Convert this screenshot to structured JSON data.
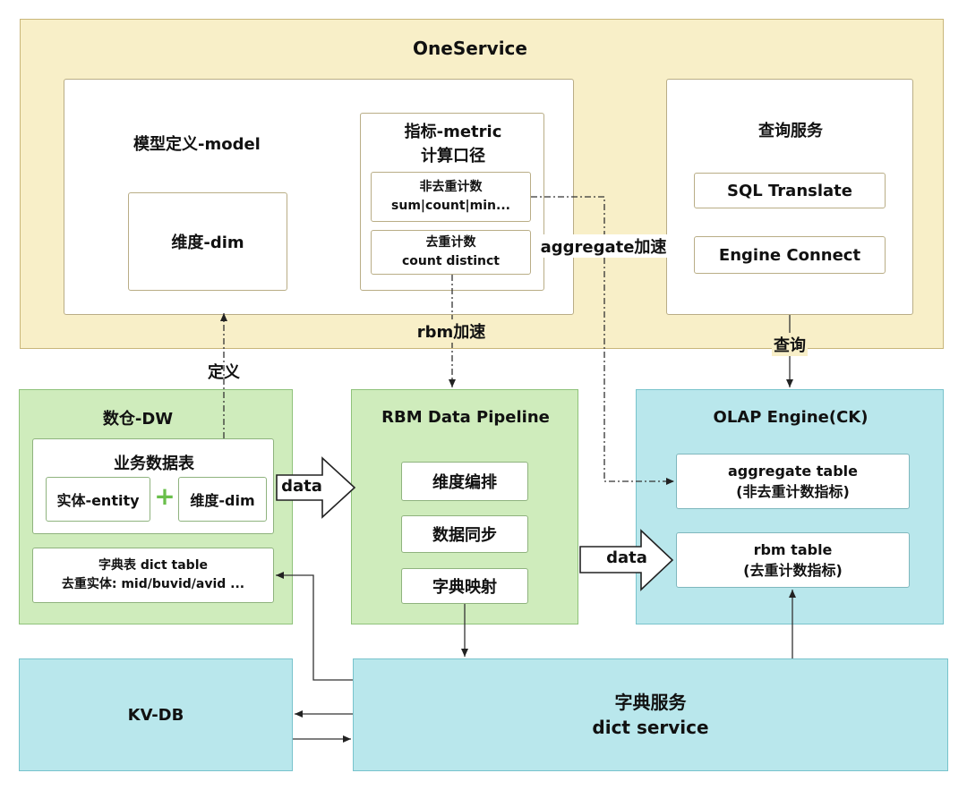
{
  "oneservice": {
    "title": "OneService",
    "model": {
      "title": "模型定义-model",
      "dim": "维度-dim",
      "metric": {
        "title_line1": "指标-metric",
        "title_line2": "计算口径",
        "non_distinct_line1": "非去重计数",
        "non_distinct_line2": "sum|count|min...",
        "distinct_line1": "去重计数",
        "distinct_line2": "count distinct"
      }
    },
    "query": {
      "title": "查询服务",
      "sql_translate": "SQL Translate",
      "engine_connect": "Engine Connect"
    }
  },
  "dw": {
    "title": "数仓-DW",
    "business": {
      "title": "业务数据表",
      "entity": "实体-entity",
      "plus": "+",
      "dim": "维度-dim"
    },
    "dict": {
      "line1": "字典表 dict table",
      "line2": "去重实体: mid/buvid/avid ..."
    }
  },
  "pipeline": {
    "title": "RBM Data Pipeline",
    "steps": [
      "维度编排",
      "数据同步",
      "字典映射"
    ]
  },
  "olap": {
    "title": "OLAP Engine(CK)",
    "aggregate_line1": "aggregate table",
    "aggregate_line2": "(非去重计数指标)",
    "rbm_line1": "rbm table",
    "rbm_line2": "(去重计数指标)"
  },
  "kvdb": {
    "title": "KV-DB"
  },
  "dict_service": {
    "line1": "字典服务",
    "line2": "dict service"
  },
  "edge_labels": {
    "define": "定义",
    "rbm_accel": "rbm加速",
    "aggregate_accel": "aggregate加速",
    "query": "查询",
    "data1": "data",
    "data2": "data"
  },
  "colors": {
    "oneservice_bg": "#f8efc8",
    "green_bg": "#cfecbc",
    "cyan_bg": "#b9e7ec",
    "plus": "#6abf4b"
  }
}
